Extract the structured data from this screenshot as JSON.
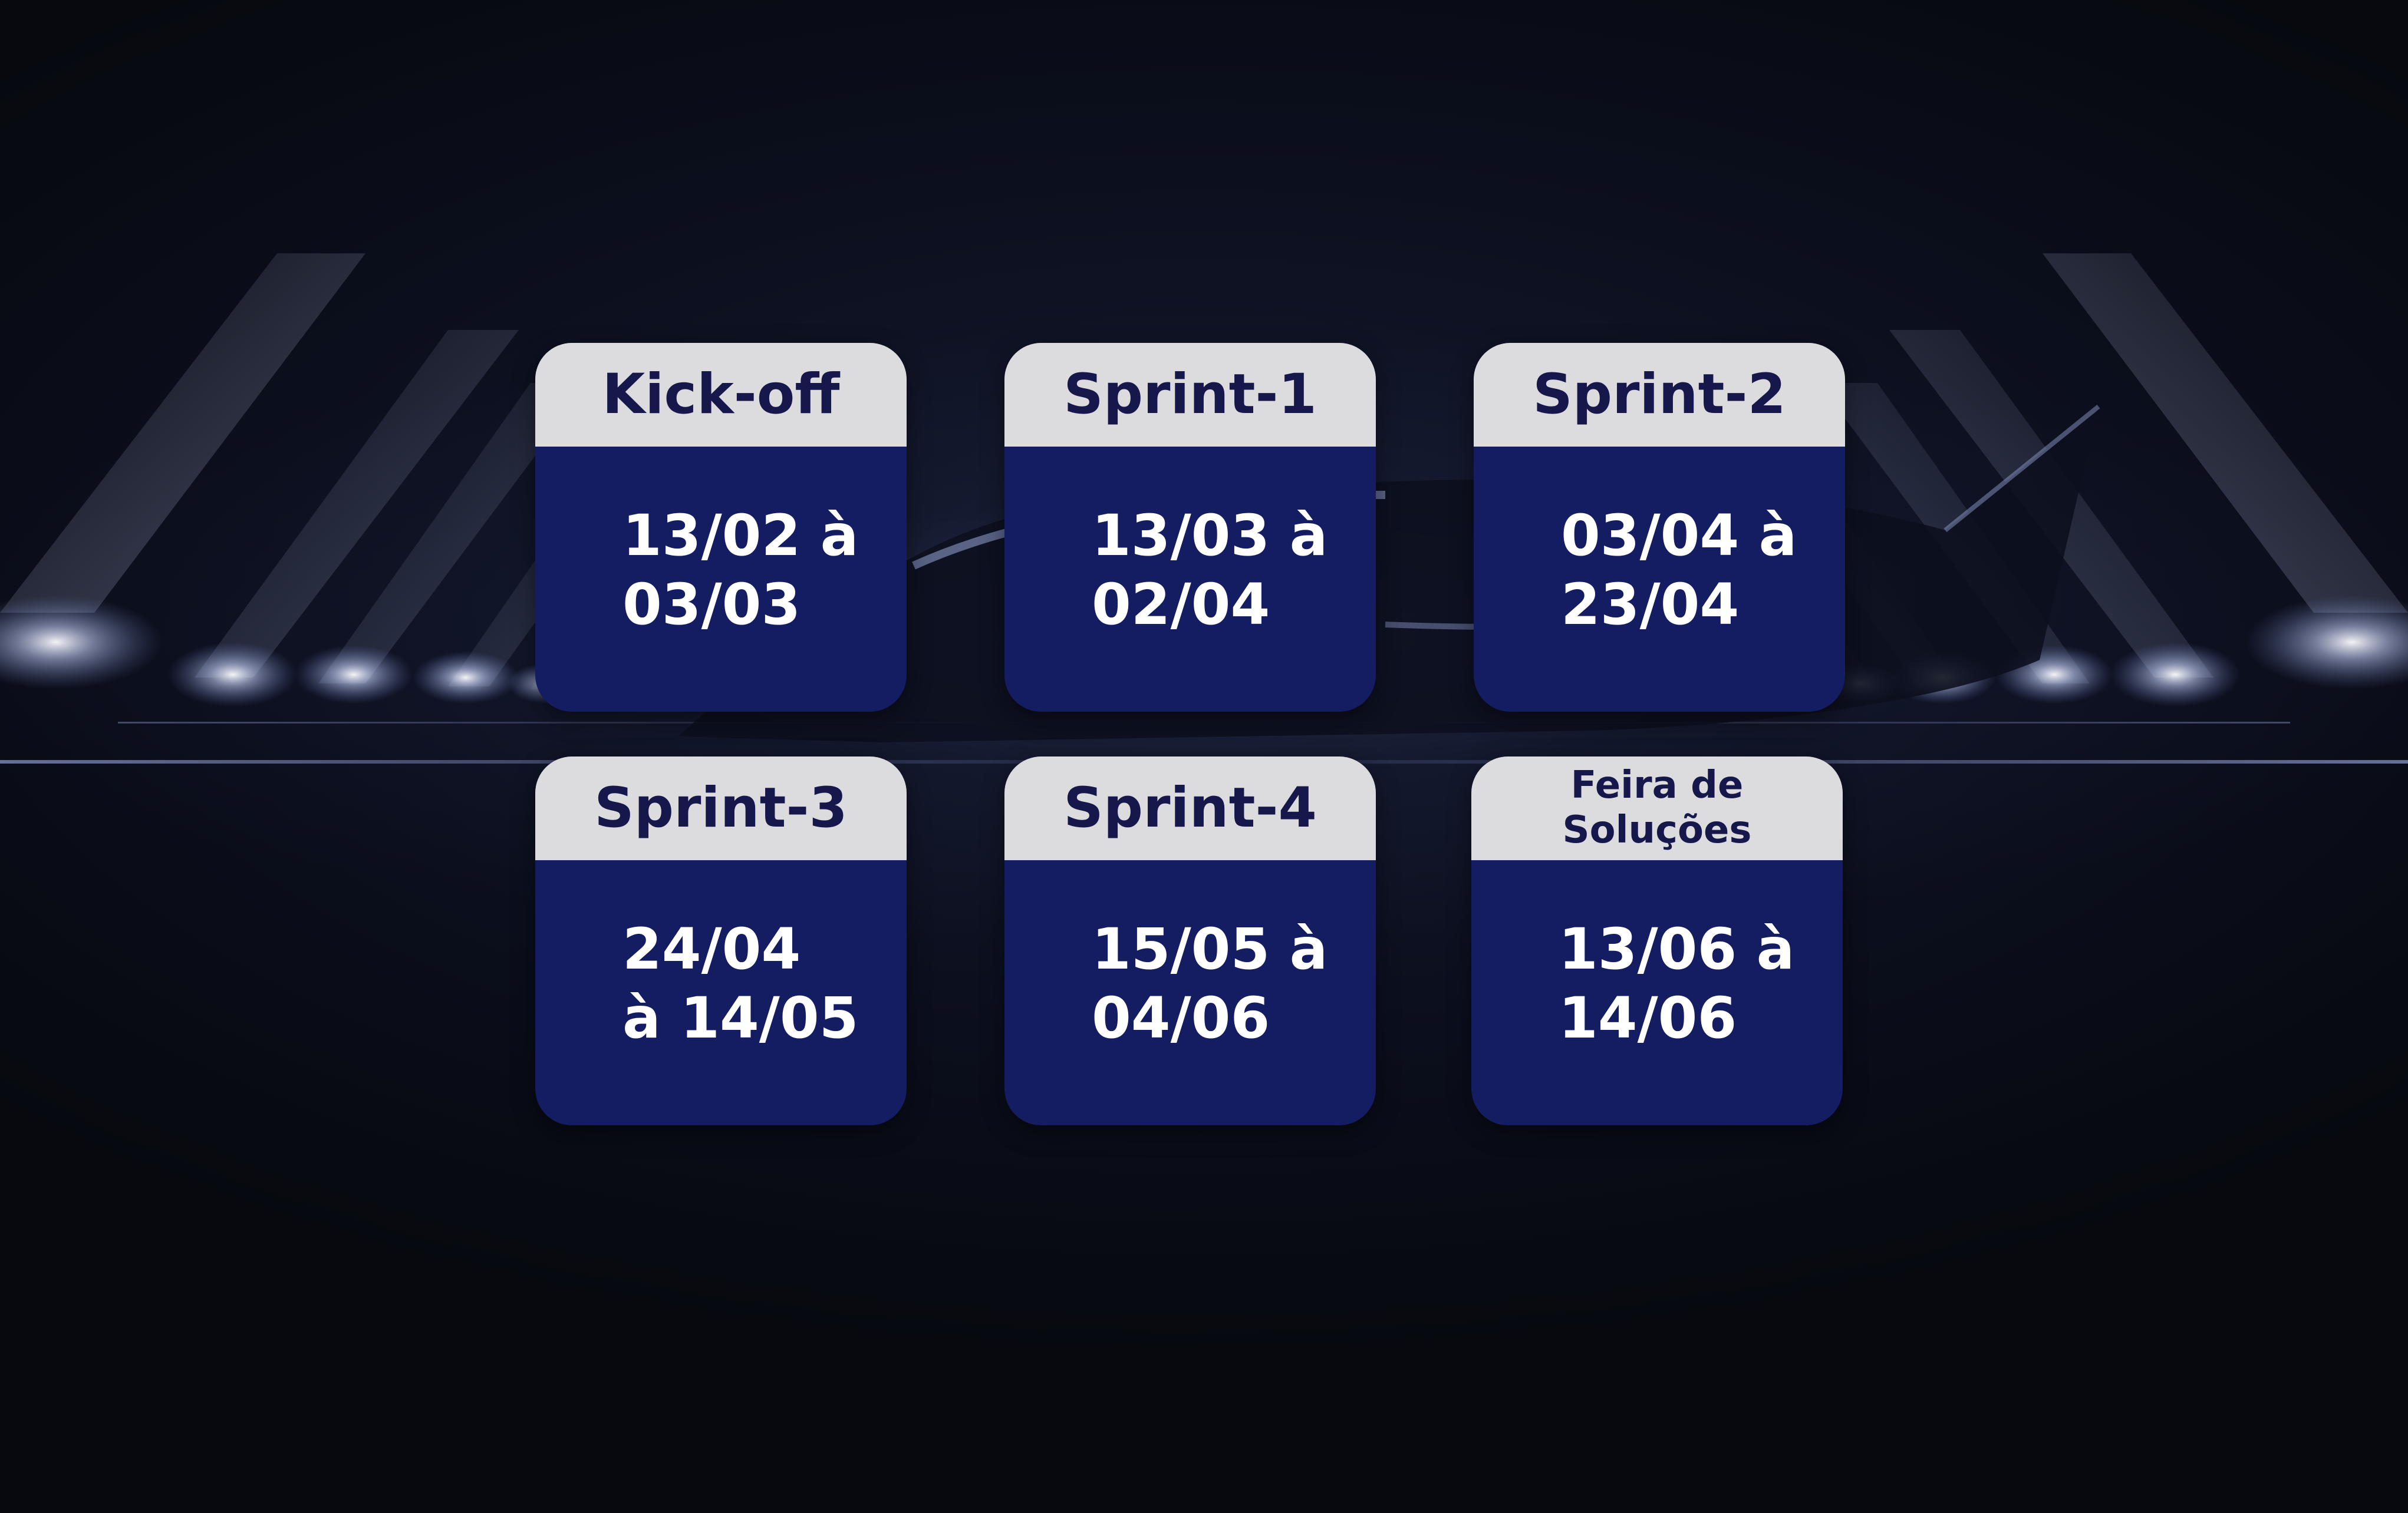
{
  "cards": [
    {
      "title": "Kick-off",
      "line1": "13/02 à",
      "line2": "03/03"
    },
    {
      "title": "Sprint-1",
      "line1": "13/03 à",
      "line2": "02/04"
    },
    {
      "title": "Sprint-2",
      "line1": "03/04 à",
      "line2": "23/04"
    },
    {
      "title": "Sprint-3",
      "line1": "24/04",
      "line2": "à 14/05"
    },
    {
      "title": "Sprint-4",
      "line1": "15/05 à",
      "line2": "04/06"
    },
    {
      "title_line1": "Feira de",
      "title_line2": "Soluções",
      "line1": "13/06 à",
      "line2": "14/06"
    }
  ],
  "colors": {
    "card_header": "#dcdcde",
    "card_body": "#141c62",
    "header_text": "#16184c",
    "body_text": "#ffffff",
    "background": "#080a14"
  }
}
